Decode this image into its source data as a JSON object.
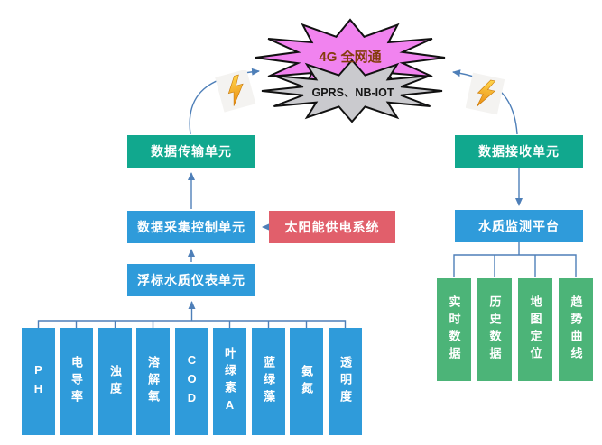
{
  "network": {
    "burst_primary": "4G 全网通",
    "burst_secondary": "GPRS、NB-IOT",
    "burst_primary_color": "#F183EF",
    "burst_secondary_color": "#CACACE"
  },
  "nodes": {
    "transmission": {
      "label": "数据传输单元",
      "color": "#11A88E"
    },
    "acquisition": {
      "label": "数据采集控制单元",
      "color": "#2F9BDA"
    },
    "solar": {
      "label": "太阳能供电系统",
      "color": "#E15F6B"
    },
    "buoy": {
      "label": "浮标水质仪表单元",
      "color": "#2F9BDA"
    },
    "receiver": {
      "label": "数据接收单元",
      "color": "#11A88E"
    },
    "platform": {
      "label": "水质监测平台",
      "color": "#2F9BDA"
    }
  },
  "sensors": {
    "color": "#2F9BDA",
    "items": [
      {
        "label": "PH"
      },
      {
        "label": "电导率"
      },
      {
        "label": "浊度"
      },
      {
        "label": "溶解氧"
      },
      {
        "label": "COD"
      },
      {
        "label": "叶绿素A"
      },
      {
        "label": "蓝绿藻"
      },
      {
        "label": "氨氮"
      },
      {
        "label": "透明度"
      }
    ]
  },
  "platform_features": {
    "color": "#4CB478",
    "items": [
      {
        "label": "实时数据"
      },
      {
        "label": "历史数据"
      },
      {
        "label": "地图定位"
      },
      {
        "label": "趋势曲线"
      }
    ]
  },
  "icons": {
    "lightning_left": "lightning-bolt",
    "lightning_right": "lightning-bolt"
  },
  "colors": {
    "connector": "#4E7FB8",
    "burst_primary_text": "#843C0C",
    "burst_secondary_text": "#151515"
  }
}
